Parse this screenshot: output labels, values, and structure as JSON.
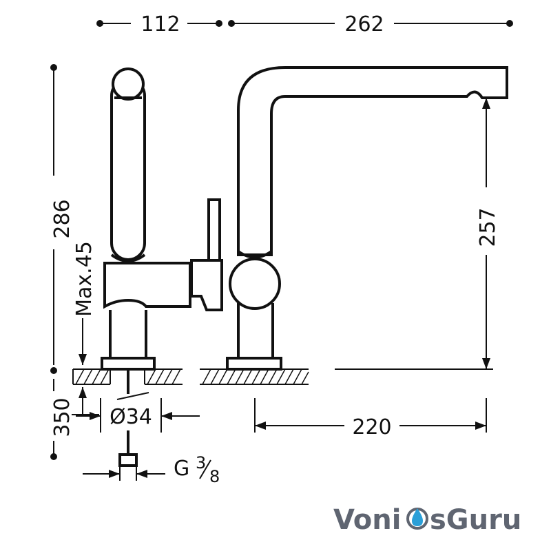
{
  "dimensions": {
    "top_left_width": "112",
    "top_right_width": "262",
    "total_height": "286",
    "spout_height": "257",
    "max_deck": "Max.45",
    "below_deck": "350",
    "hole_diameter": "Ø34",
    "reach": "220",
    "thread_prefix": "G",
    "thread_num": "3",
    "thread_den": "8"
  },
  "logo": {
    "part1": "Voni",
    "part2": "sGuru",
    "text_color": "#5f6571",
    "drop_color": "#2a9fd8"
  }
}
